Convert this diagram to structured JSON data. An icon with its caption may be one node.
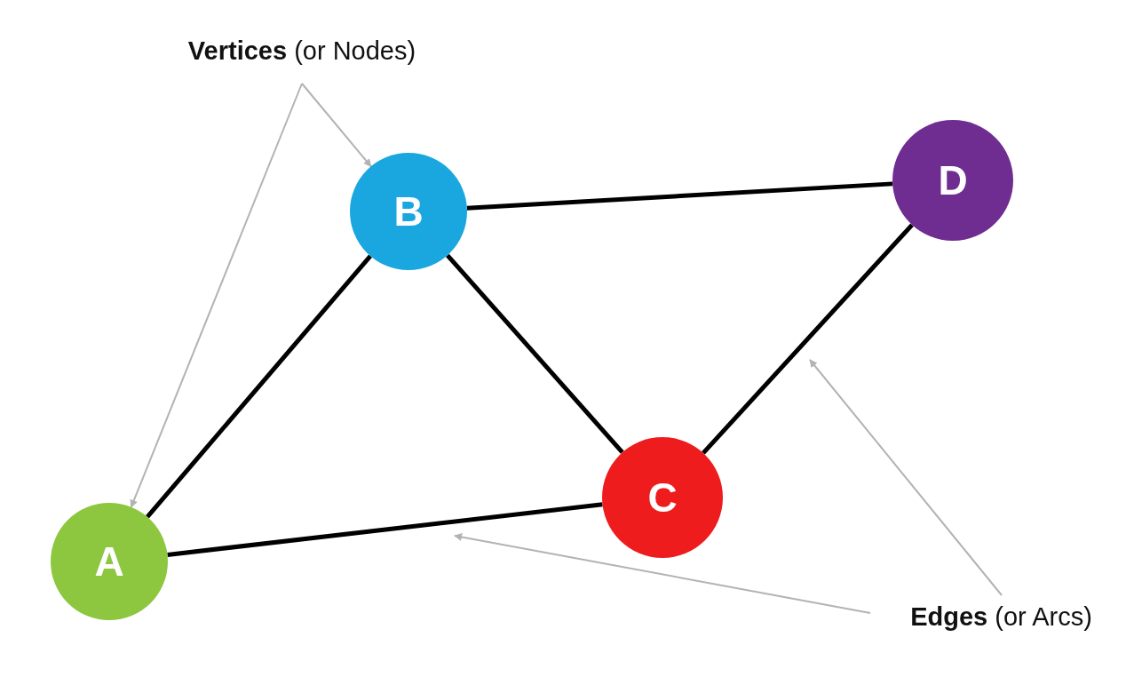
{
  "diagram": {
    "nodes": [
      {
        "text": [
          "**Vertices** (or Nodes)"
        ]
      },
      {
        "text": [
          "A"
        ]
      },
      {
        "text": [
          "B"
        ]
      },
      {
        "text": [
          "C"
        ]
      },
      {
        "text": [
          "D"
        ]
      },
      {
        "text": [
          "**Edges** (or Arcs)"
        ]
      }
    ],
    "edges": [
      {
        "from": 1,
        "to": 2,
        "arrow": "none"
      },
      {
        "from": 2,
        "to": 4,
        "arrow": "none"
      },
      {
        "from": 2,
        "to": 3,
        "arrow": "none"
      },
      {
        "from": 1,
        "to": 3,
        "arrow": "none"
      },
      {
        "from": 3,
        "to": 4,
        "arrow": "none"
      },
      {
        "from": 0,
        "to": 1,
        "arrow": "to",
        "color": "#b3b3b3"
      },
      {
        "from": 0,
        "to": 2,
        "arrow": "to",
        "color": "#b3b3b3"
      },
      {
        "from": 5,
        "to": null,
        "arrow": "to",
        "color": "#b3b3b3"
      },
      {
        "from": 5,
        "to": null,
        "arrow": "to",
        "color": "#b3b3b3"
      }
    ]
  }
}
